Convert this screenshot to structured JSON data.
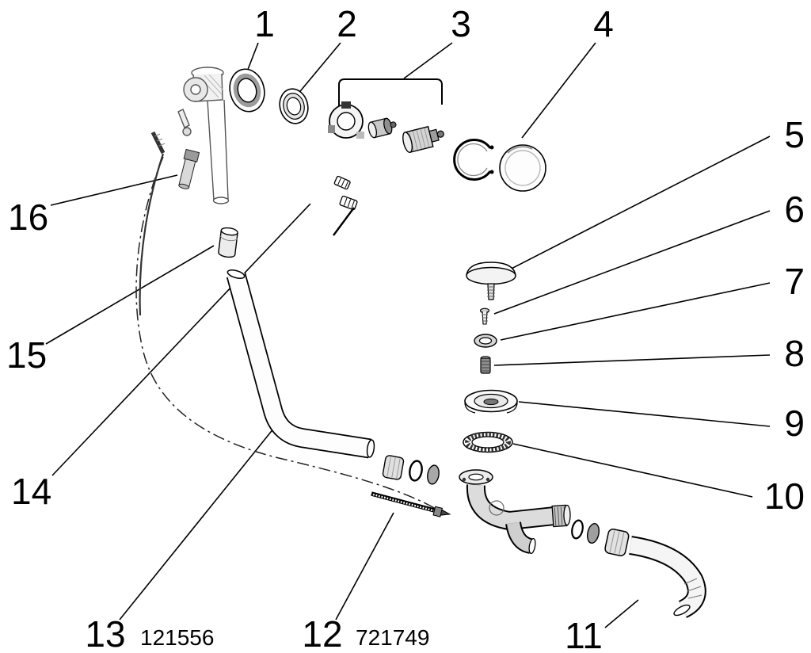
{
  "figure": {
    "kind": "exploded-parts-diagram",
    "background": "#ffffff",
    "ink": "#000000",
    "callouts": [
      {
        "label": "1"
      },
      {
        "label": "2"
      },
      {
        "label": "3"
      },
      {
        "label": "4"
      },
      {
        "label": "5"
      },
      {
        "label": "6"
      },
      {
        "label": "7"
      },
      {
        "label": "8"
      },
      {
        "label": "9"
      },
      {
        "label": "10"
      },
      {
        "label": "11"
      },
      {
        "label": "12"
      },
      {
        "label": "13"
      },
      {
        "label": "14"
      },
      {
        "label": "15"
      },
      {
        "label": "16"
      }
    ],
    "codes": [
      {
        "for_callout": "13",
        "value": "121556"
      },
      {
        "for_callout": "12",
        "value": "721749"
      }
    ]
  }
}
